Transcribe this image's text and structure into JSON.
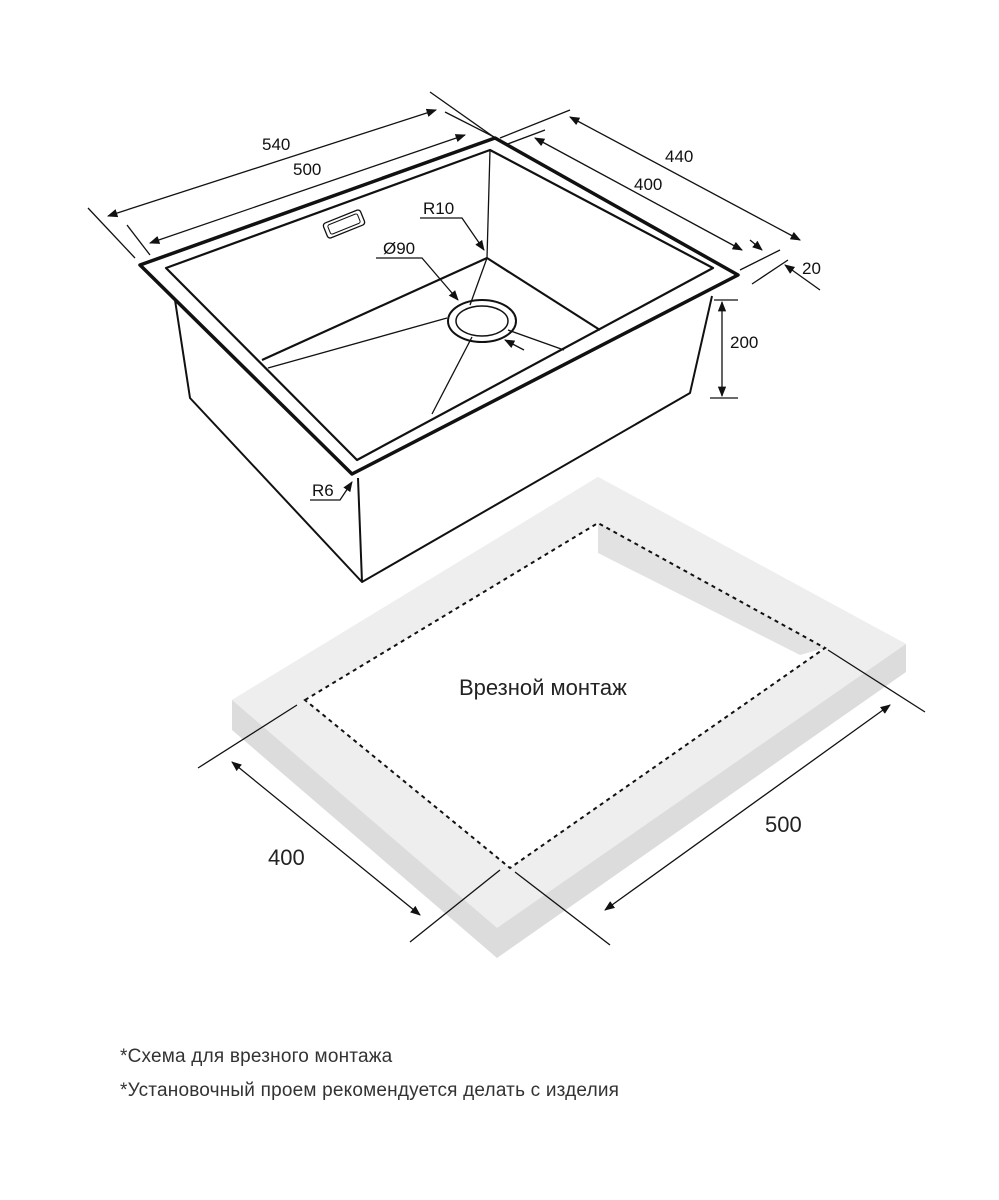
{
  "dimensions": {
    "width_outer": "540",
    "width_inner": "500",
    "depth_outer": "440",
    "depth_inner": "400",
    "rim": "20",
    "height": "200",
    "corner_radius_inner": "R10",
    "corner_radius_outer": "R6",
    "drain": "Ø90"
  },
  "cutout": {
    "label": "Врезной монтаж",
    "depth": "400",
    "width": "500"
  },
  "notes": [
    "*Схема для врезного монтажа",
    "*Установочный проем рекомендуется делать с изделия"
  ],
  "colors": {
    "line": "#111111",
    "slab": "#ebebeb",
    "slab_side": "#dcdcdc"
  }
}
